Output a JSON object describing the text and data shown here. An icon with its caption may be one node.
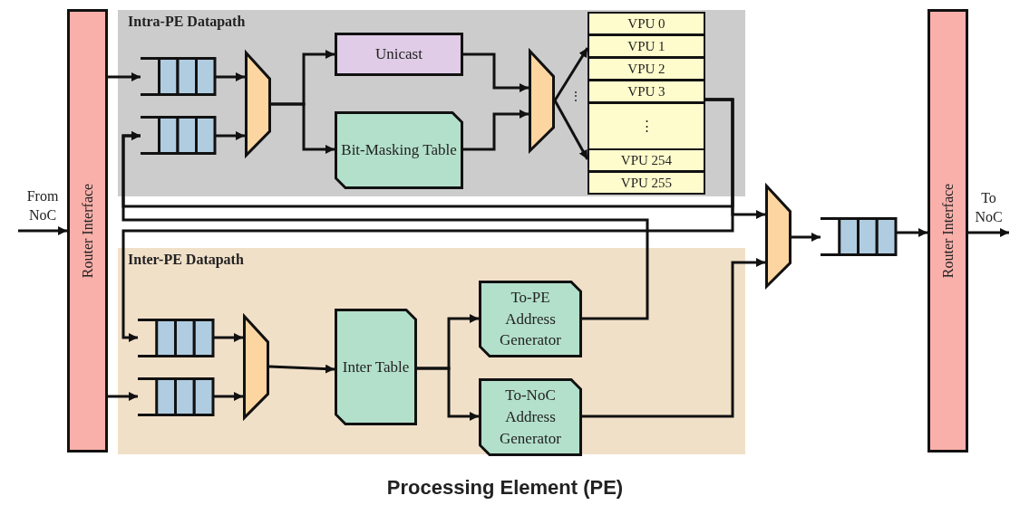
{
  "diagram": {
    "caption": "Processing Element (PE)",
    "nodes": [
      {
        "text": [
          "Router Interface"
        ]
      },
      {
        "text": [
          "Intra-PE Datapath"
        ]
      },
      {
        "text": [],
        "shape": "queue",
        "in": 1
      },
      {
        "text": [],
        "shape": "queue",
        "in": 1
      },
      {
        "text": [],
        "shape": "trapezoid",
        "in": 1
      },
      {
        "text": [
          "Unicast"
        ],
        "in": 1
      },
      {
        "text": [
          "Bit-Masking Table"
        ],
        "in": 1
      },
      {
        "text": [],
        "shape": "trapezoid",
        "in": 1
      },
      {
        "text": [
          "VPU 0"
        ],
        "in": 1
      },
      {
        "text": [
          "VPU 1"
        ],
        "in": 1
      },
      {
        "text": [
          "VPU 2"
        ],
        "in": 1
      },
      {
        "text": [
          "VPU 3"
        ],
        "in": 1
      },
      {
        "text": [
          "⋮"
        ],
        "in": 1
      },
      {
        "text": [
          "VPU 254"
        ],
        "in": 1
      },
      {
        "text": [
          "VPU 255"
        ],
        "in": 1
      },
      {
        "text": [
          "Inter-PE Datapath"
        ]
      },
      {
        "text": [],
        "shape": "queue",
        "in": 15
      },
      {
        "text": [],
        "shape": "queue",
        "in": 15
      },
      {
        "text": [],
        "shape": "trapezoid",
        "in": 15
      },
      {
        "text": [
          "Inter Table"
        ],
        "in": 15
      },
      {
        "text": [
          "To-PE Address Generator"
        ],
        "in": 15
      },
      {
        "text": [
          "To-NoC Address Generator"
        ],
        "in": 15
      },
      {
        "text": [],
        "shape": "trapezoid"
      },
      {
        "text": [],
        "shape": "queue"
      },
      {
        "text": [
          "Router Interface"
        ]
      }
    ],
    "edges": [
      {
        "from": null,
        "to": 0,
        "arrow": "to",
        "label": "From NoC"
      },
      {
        "from": 0,
        "to": 2,
        "arrow": "to"
      },
      {
        "from": 0,
        "to": 17,
        "arrow": "to"
      },
      {
        "from": 2,
        "to": 4,
        "arrow": "to"
      },
      {
        "from": 3,
        "to": 4,
        "arrow": "to"
      },
      {
        "from": 4,
        "to": 5,
        "arrow": "to"
      },
      {
        "from": 4,
        "to": 6,
        "arrow": "to"
      },
      {
        "from": 5,
        "to": 7,
        "arrow": "to"
      },
      {
        "from": 6,
        "to": 7,
        "arrow": "to"
      },
      {
        "from": 7,
        "to": 9,
        "arrow": "to"
      },
      {
        "from": 7,
        "to": 13,
        "arrow": "to"
      },
      {
        "from": 11,
        "to": 3,
        "arrow": "to"
      },
      {
        "from": 11,
        "to": 22,
        "arrow": "to"
      },
      {
        "from": 11,
        "to": 16,
        "arrow": "to"
      },
      {
        "from": 20,
        "to": 3,
        "arrow": "to"
      },
      {
        "from": 16,
        "to": 18,
        "arrow": "to"
      },
      {
        "from": 17,
        "to": 18,
        "arrow": "to"
      },
      {
        "from": 18,
        "to": 19,
        "arrow": "to"
      },
      {
        "from": 19,
        "to": 20,
        "arrow": "to"
      },
      {
        "from": 19,
        "to": 21,
        "arrow": "to"
      },
      {
        "from": 21,
        "to": 22,
        "arrow": "to"
      },
      {
        "from": 22,
        "to": 23,
        "arrow": "to"
      },
      {
        "from": 23,
        "to": 24,
        "arrow": "to"
      },
      {
        "from": 24,
        "to": null,
        "arrow": "to",
        "label": "To NoC"
      }
    ],
    "labels": [
      "⋮"
    ]
  }
}
